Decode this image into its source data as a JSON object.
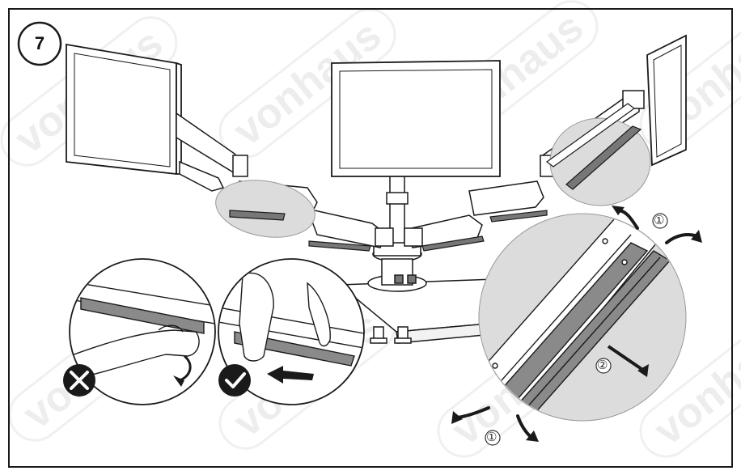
{
  "step": {
    "number": "7"
  },
  "watermark": {
    "text": "vonhaus"
  },
  "callouts": {
    "one_top": "①",
    "two": "②",
    "one_bottom": "①"
  },
  "icons": {
    "wrong": "cross-icon",
    "correct": "check-icon",
    "push_direction": "arrow-left-icon",
    "rotate_out": "curved-arrow-icon",
    "pull_out": "arrow-down-right-icon"
  },
  "colors": {
    "stroke": "#1a1a1a",
    "zoom_fill": "#dcdcdc",
    "cover_fill": "#8a8a8a",
    "badge_fill": "#1a1a1a"
  }
}
